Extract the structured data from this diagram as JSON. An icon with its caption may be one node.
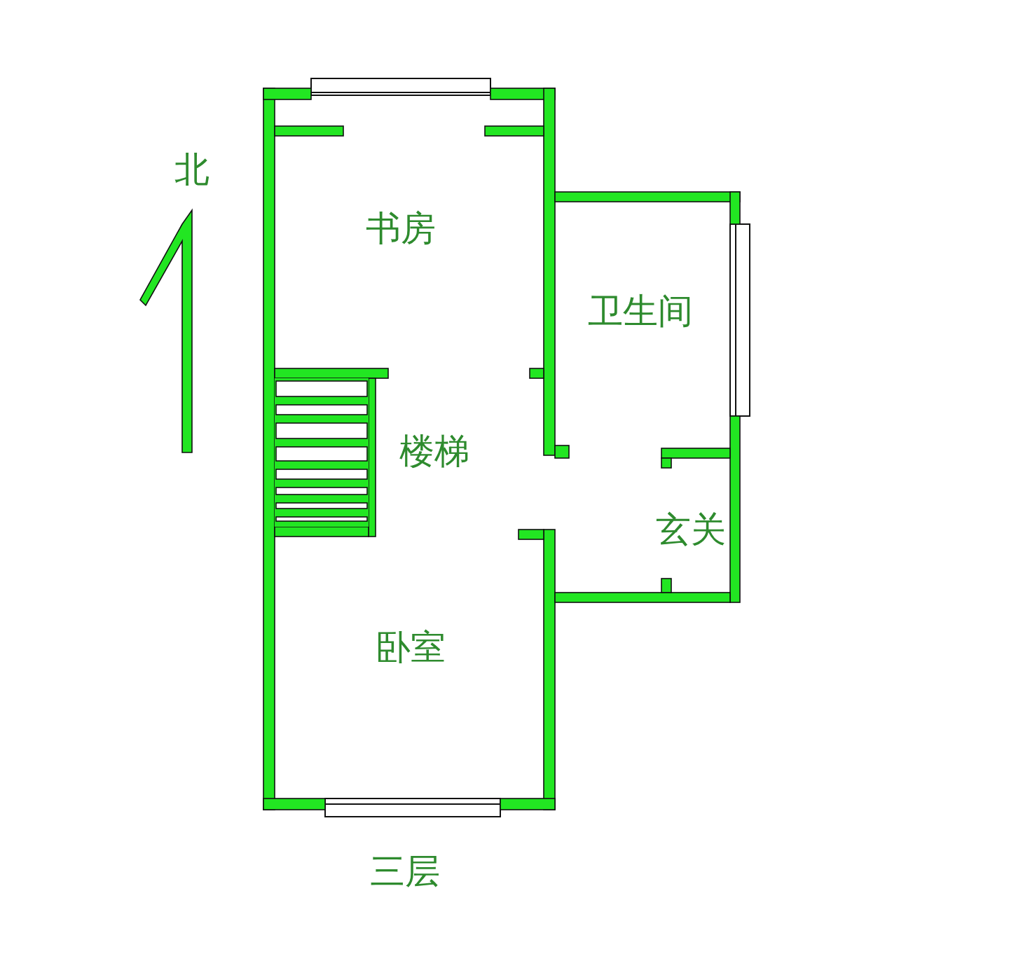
{
  "diagram": {
    "labels": [
      "北",
      "书房",
      "卫生间",
      "楼梯",
      "玄关",
      "卧室",
      "三层"
    ]
  }
}
